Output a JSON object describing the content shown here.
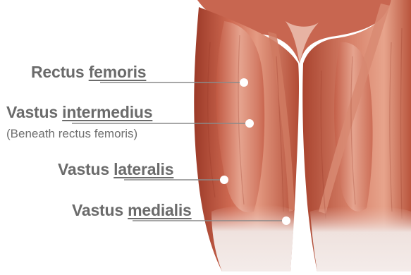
{
  "labels": [
    {
      "first": "Rectus",
      "second": "femoris"
    },
    {
      "first": "Vastus",
      "second": "intermedius",
      "note": "(Beneath rectus femoris)"
    },
    {
      "first": "Vastus",
      "second": "lateralis"
    },
    {
      "first": "Vastus",
      "second": "medialis"
    }
  ],
  "colors": {
    "label_text": "#6b6b6b",
    "leader_line": "#8a8a8a",
    "marker_dot": "#ffffff",
    "muscle_dark": "#a4412e",
    "muscle_mid": "#cf6a52",
    "muscle_light": "#e8a08a",
    "tendon": "#ece4e2",
    "background": "#ffffff"
  },
  "illustration": "quadriceps-muscles-anterior-thighs"
}
